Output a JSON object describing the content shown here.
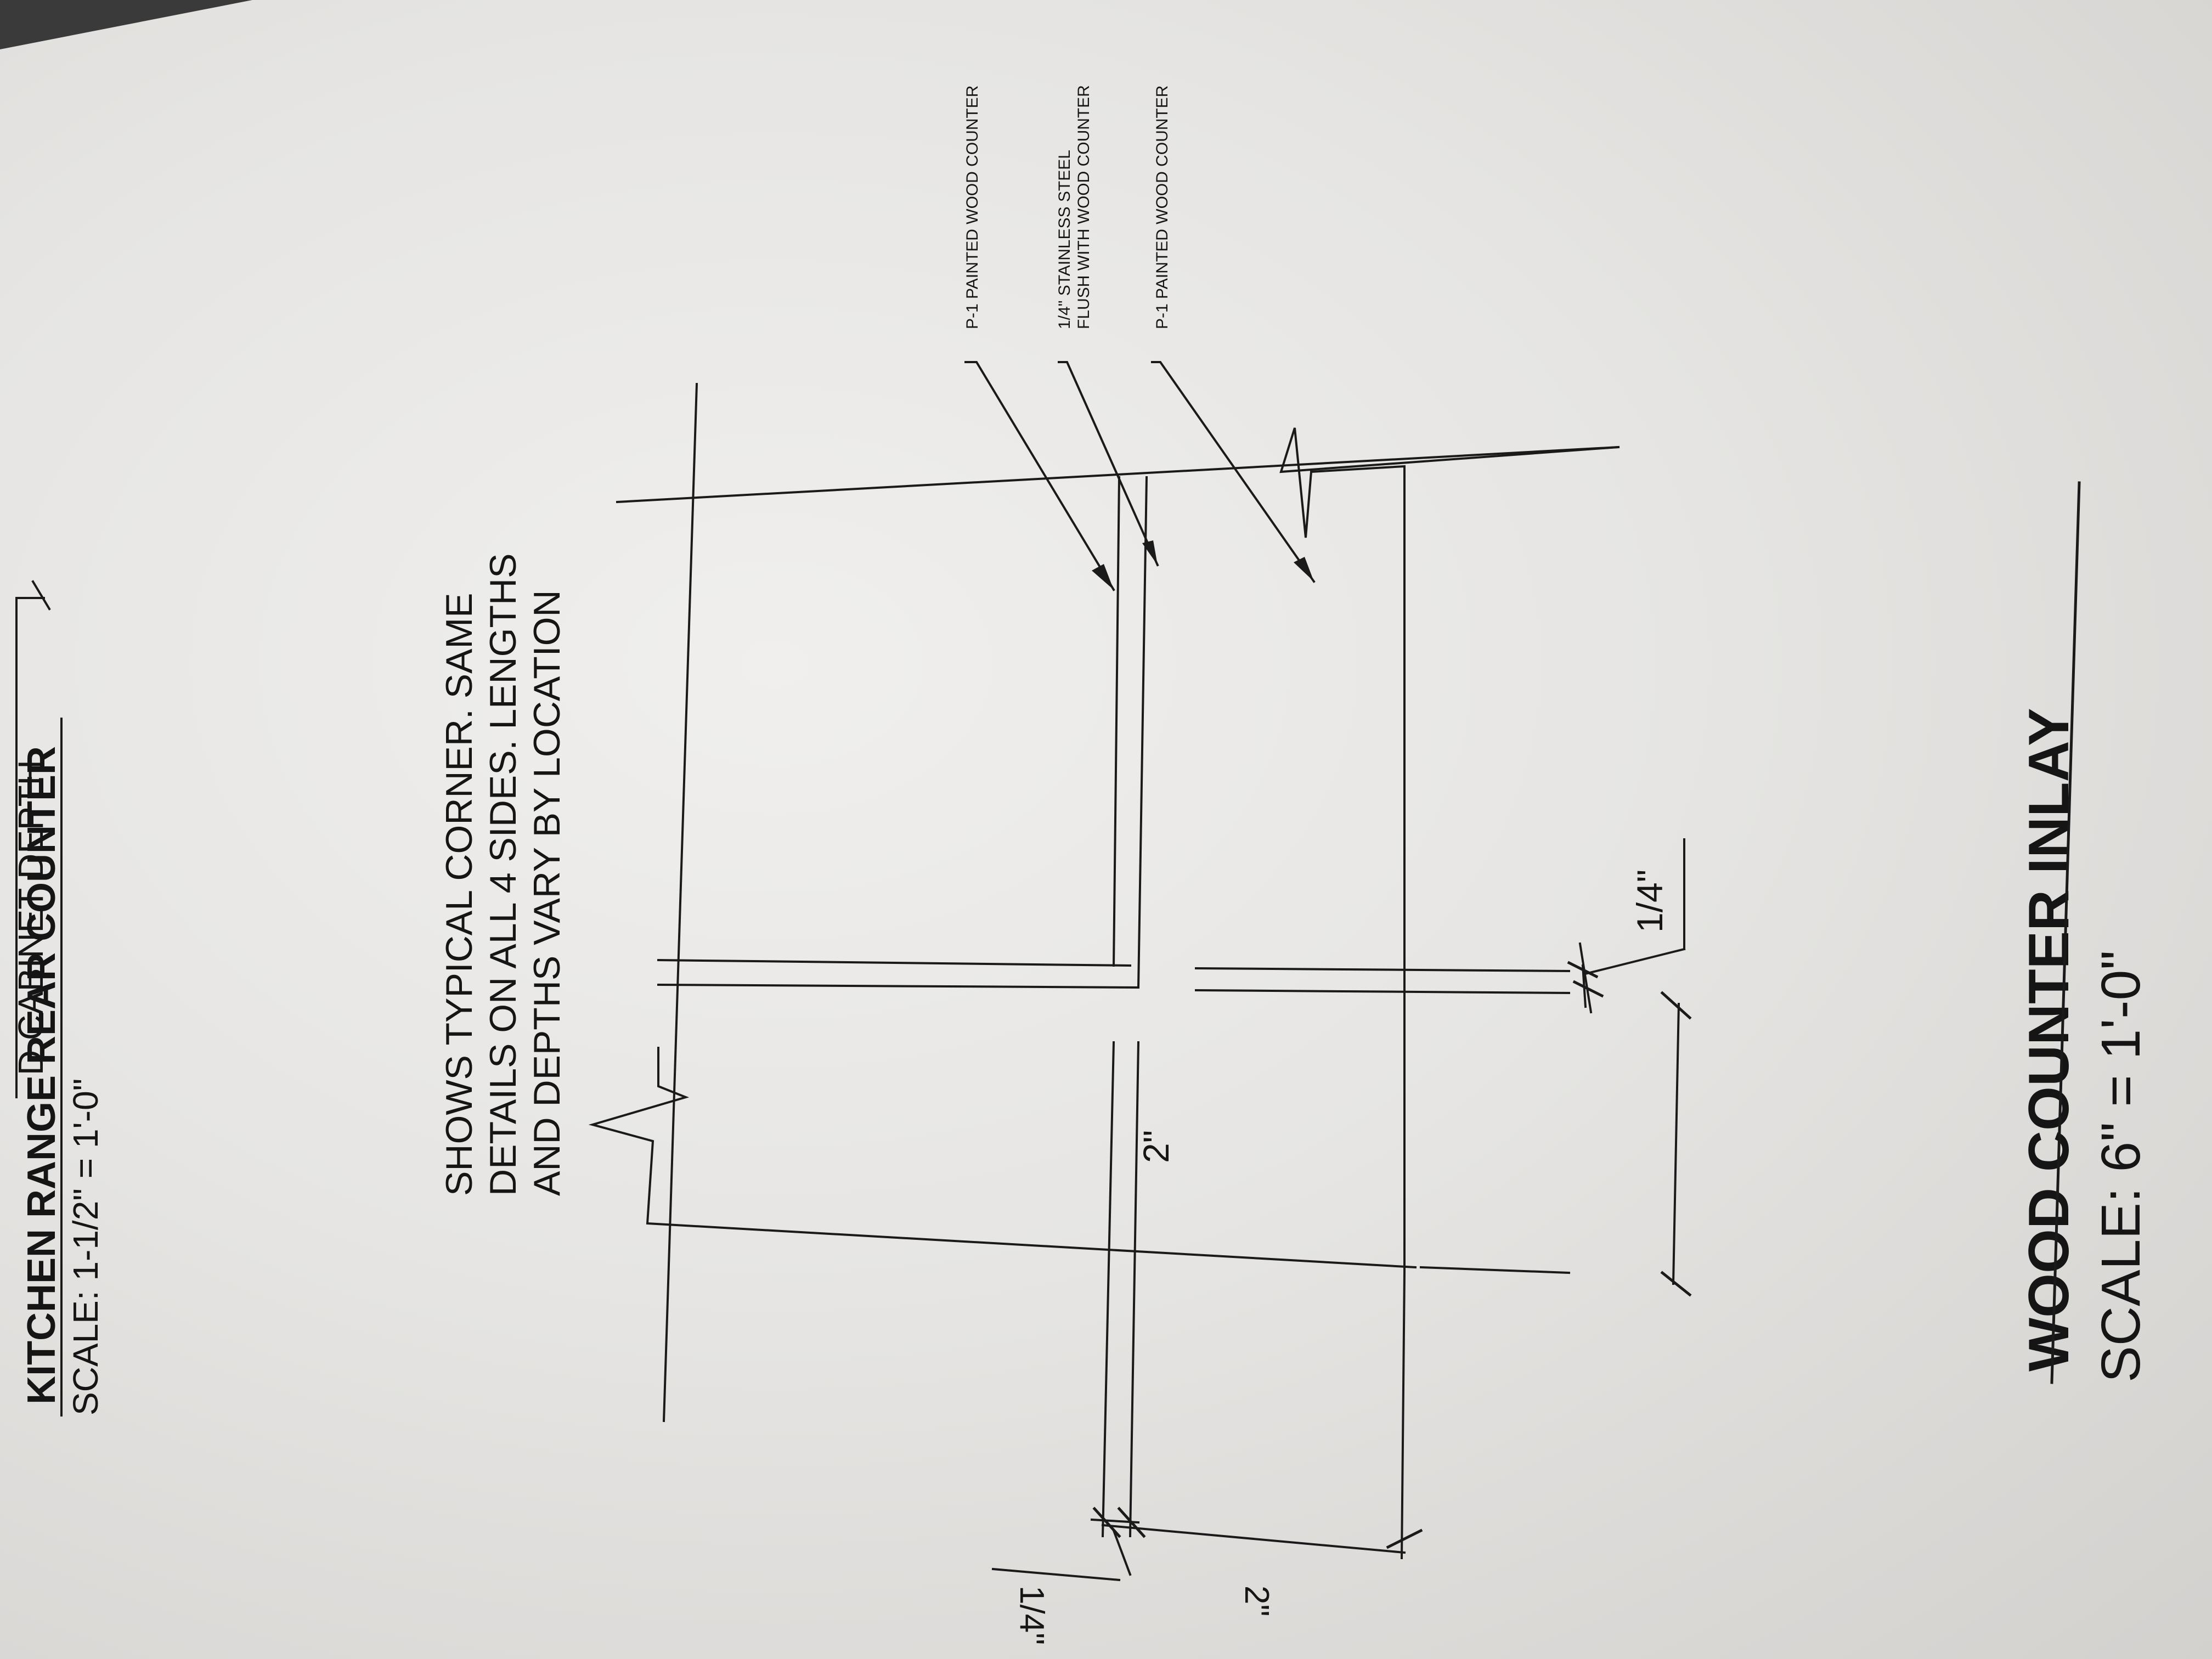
{
  "sheet": {
    "top_partial_note": "D CABINET DEPTH",
    "previous_detail": {
      "title": "KITCHEN RANGE REAR COUNTER",
      "scale": "SCALE: 1-1/2\" = 1'-0\""
    },
    "note": [
      "SHOWS TYPICAL CORNER. SAME",
      "DETAILS ON ALL 4 SIDES. LENGTHS",
      "AND DEPTHS VARY BY LOCATION"
    ],
    "callouts": [
      {
        "lines": [
          "P-1 PAINTED WOOD COUNTER"
        ]
      },
      {
        "lines": [
          "1/4\" STAINLESS STEEL",
          "FLUSH WITH WOOD COUNTER"
        ]
      },
      {
        "lines": [
          "P-1 PAINTED WOOD COUNTER"
        ]
      }
    ],
    "dimensions": {
      "horizontal_2": "2\"",
      "horizontal_quarter": "1/4\"",
      "vertical_2": "2\"",
      "vertical_quarter": "1/4\""
    },
    "detail": {
      "title": "WOOD COUNTER INLAY",
      "scale": "SCALE: 6\" = 1'-0\""
    }
  }
}
